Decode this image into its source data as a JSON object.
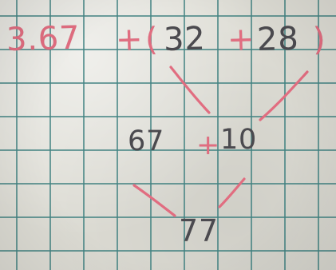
{
  "worksheet": {
    "line_1": {
      "lead": "3.67",
      "plus_1": "+",
      "open_paren": "(",
      "first_addend": "32",
      "plus_2": "+",
      "second_addend": "28",
      "close_paren": ")"
    },
    "line_2": {
      "left_value": "67",
      "plus": "+",
      "right_value": "10"
    },
    "line_3": {
      "result": "77"
    }
  },
  "colors": {
    "paper": "#dddcd4",
    "grid": "#307878",
    "gray_ink": "#4b4a4f",
    "pink_ink": "#e16d80"
  }
}
